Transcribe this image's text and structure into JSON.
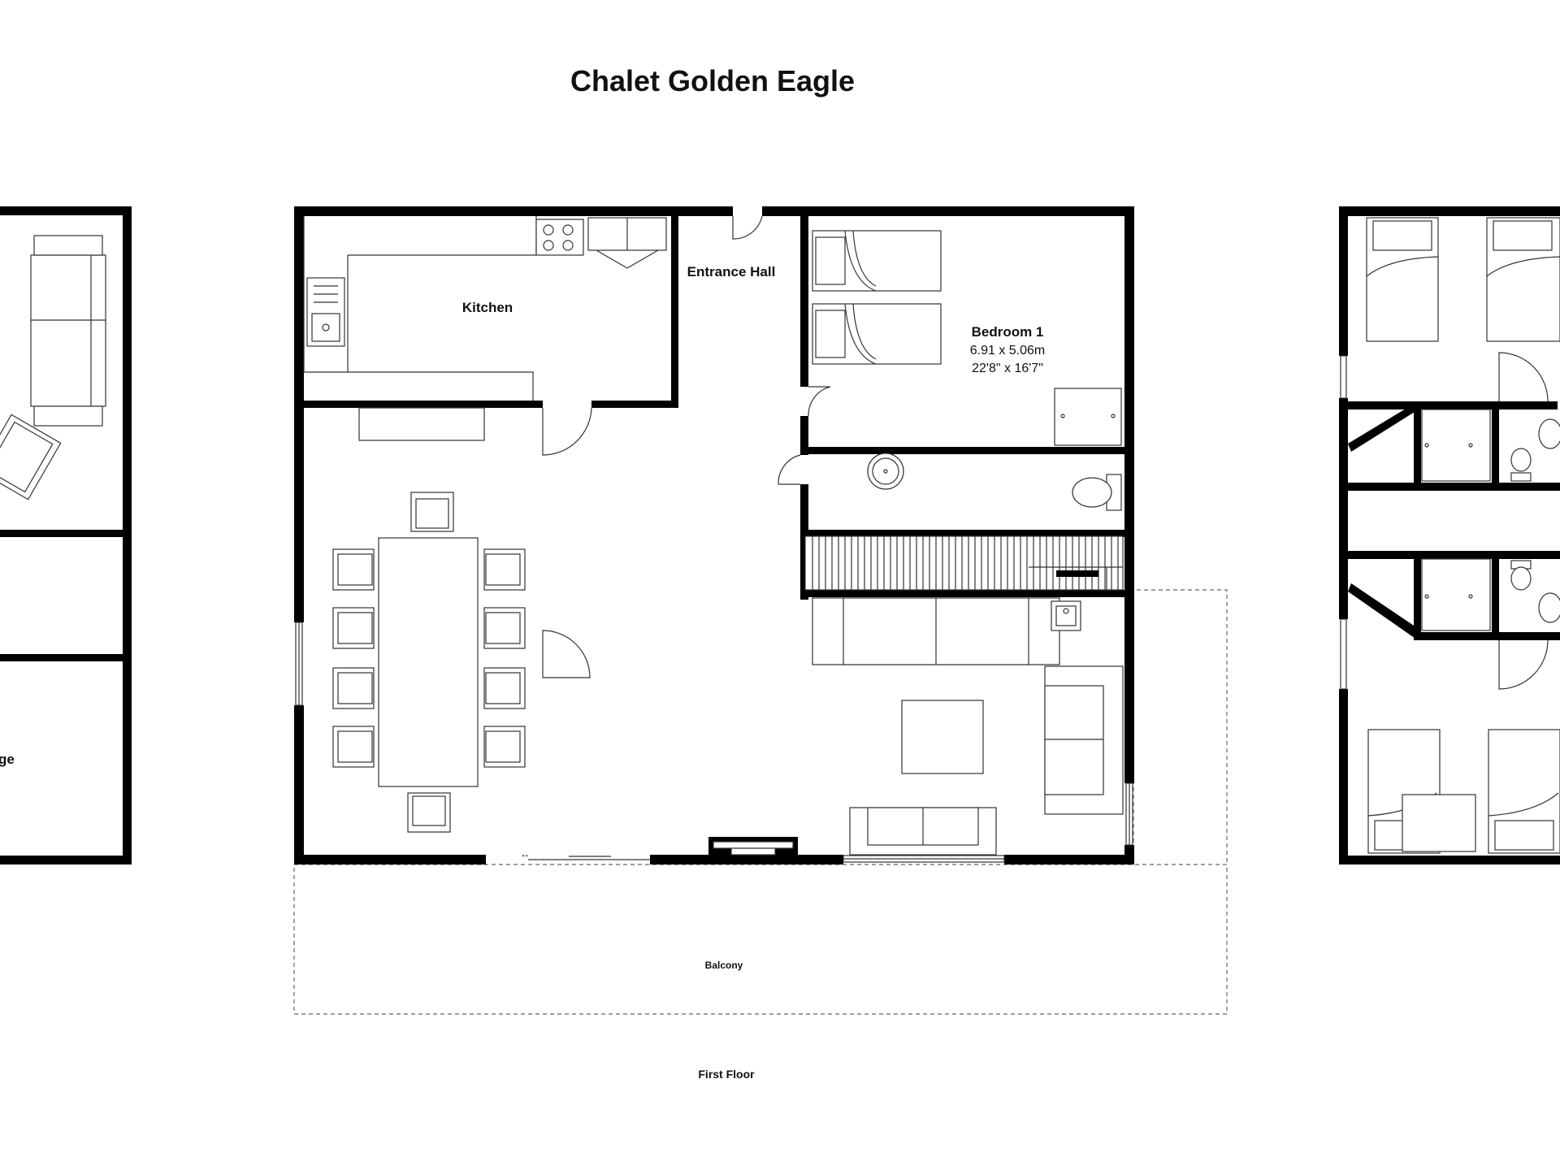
{
  "title": "Chalet Golden Eagle",
  "rooms": {
    "kitchen": "Kitchen",
    "entrance_hall": "Entrance Hall",
    "bedroom1": {
      "name": "Bedroom 1",
      "metric": "6.91 x 5.06m",
      "imperial": "22'8\" x 16'7\""
    },
    "balcony": "Balcony",
    "left_partial": "ge"
  },
  "floor_label": "First Floor"
}
